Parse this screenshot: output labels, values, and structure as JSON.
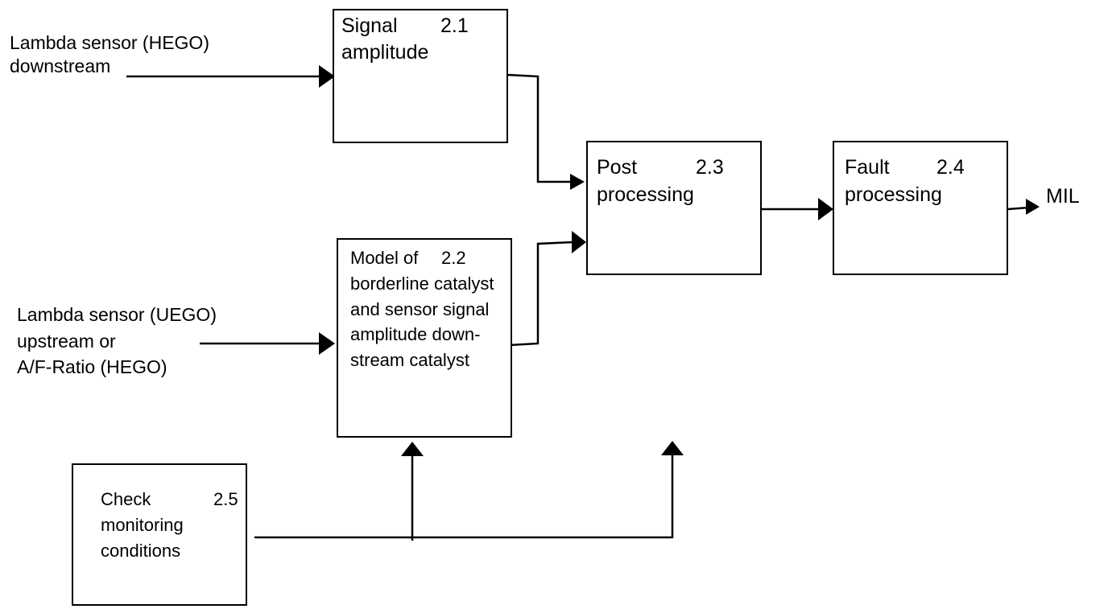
{
  "inputs": {
    "hego_downstream": [
      "Lambda sensor (HEGO)",
      "downstream"
    ],
    "uego_upstream": [
      "Lambda sensor (UEGO)",
      "upstream  or",
      "A/F-Ratio (HEGO)"
    ]
  },
  "blocks": {
    "signal_amplitude": {
      "number": "2.1",
      "lines": [
        "Signal",
        "amplitude"
      ]
    },
    "model_borderline": {
      "number": "2.2",
      "lines": [
        "Model of",
        "borderline catalyst",
        "and sensor signal",
        "amplitude down-",
        "stream catalyst"
      ]
    },
    "post_processing": {
      "number": "2.3",
      "lines": [
        "Post",
        "processing"
      ]
    },
    "fault_processing": {
      "number": "2.4",
      "lines": [
        "Fault",
        "processing"
      ]
    },
    "check_monitoring": {
      "number": "2.5",
      "lines": [
        "Check",
        "monitoring",
        "conditions"
      ]
    }
  },
  "output": {
    "label": "MIL"
  }
}
